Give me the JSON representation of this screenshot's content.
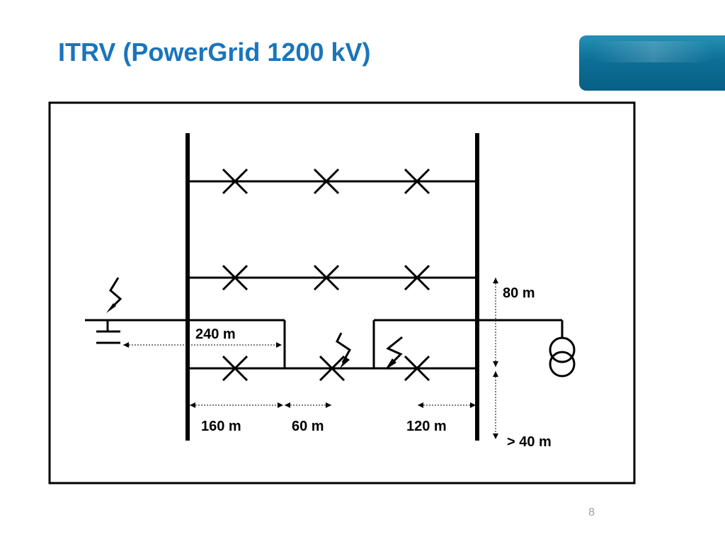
{
  "slide": {
    "title": "ITRV (PowerGrid 1200 kV)",
    "page_number": "8"
  },
  "colors": {
    "title": "#1a75bb",
    "banner": "#0d6f96",
    "page_number": "#9aa3ad",
    "line": "#000000"
  },
  "diagram": {
    "dimensions": {
      "d240": "240 m",
      "d80": "80 m",
      "d160": "160 m",
      "d60": "60 m",
      "d120": "120 m",
      "d40": "> 40 m"
    }
  }
}
